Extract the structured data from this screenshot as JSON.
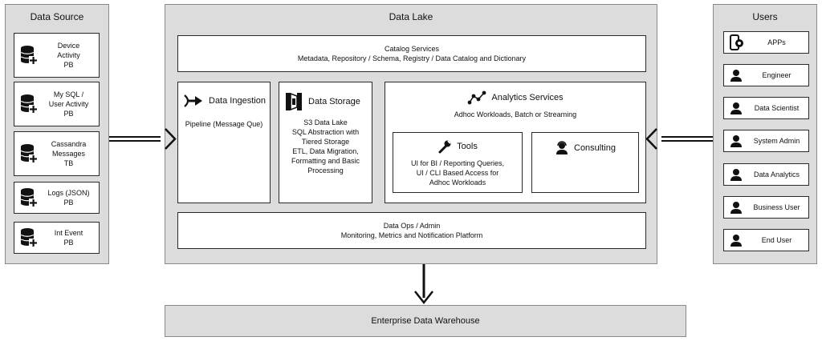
{
  "data_source": {
    "title": "Data Source",
    "items": [
      {
        "label": "Device\nActivity\nPB"
      },
      {
        "label": "My SQL /\nUser Activity\nPB"
      },
      {
        "label": "Cassandra\nMessages\nTB"
      },
      {
        "label": "Logs (JSON)\nPB"
      },
      {
        "label": "Int Event\nPB"
      }
    ]
  },
  "data_lake": {
    "title": "Data Lake",
    "catalog": {
      "title": "Catalog Services",
      "subtitle": "Metadata, Repository / Schema, Registry / Data Catalog and Dictionary"
    },
    "ingestion": {
      "title": "Data Ingestion",
      "body": "Pipeline (Message Que)"
    },
    "storage": {
      "title": "Data Storage",
      "body": "S3 Data Lake\nSQL Abstraction with\nTiered Storage\nETL, Data Migration,\nFormatting and Basic\nProcessing"
    },
    "analytics": {
      "title": "Analytics Services",
      "subtitle": "Adhoc Workloads, Batch or Streaming",
      "tools": {
        "title": "Tools",
        "body": "UI for BI / Reporting Queries,\nUI / CLI Based Access for\nAdhoc Workloads"
      },
      "consulting": {
        "title": "Consulting"
      }
    },
    "dataops": {
      "title": "Data Ops / Admin",
      "subtitle": "Monitoring, Metrics and Notification Platform"
    }
  },
  "users": {
    "title": "Users",
    "items": [
      {
        "label": "APPs",
        "icon": "app-gear-icon"
      },
      {
        "label": "Engineer",
        "icon": "person-icon"
      },
      {
        "label": "Data Scientist",
        "icon": "person-icon"
      },
      {
        "label": "System Admin",
        "icon": "person-icon"
      },
      {
        "label": "Data Analytics",
        "icon": "person-icon"
      },
      {
        "label": "Business User",
        "icon": "person-icon"
      },
      {
        "label": "End User",
        "icon": "person-icon"
      }
    ]
  },
  "warehouse": {
    "title": "Enterprise Data Warehouse"
  },
  "colors": {
    "panel": "#dcdcdc",
    "box": "#ffffff",
    "stroke": "#111111"
  }
}
